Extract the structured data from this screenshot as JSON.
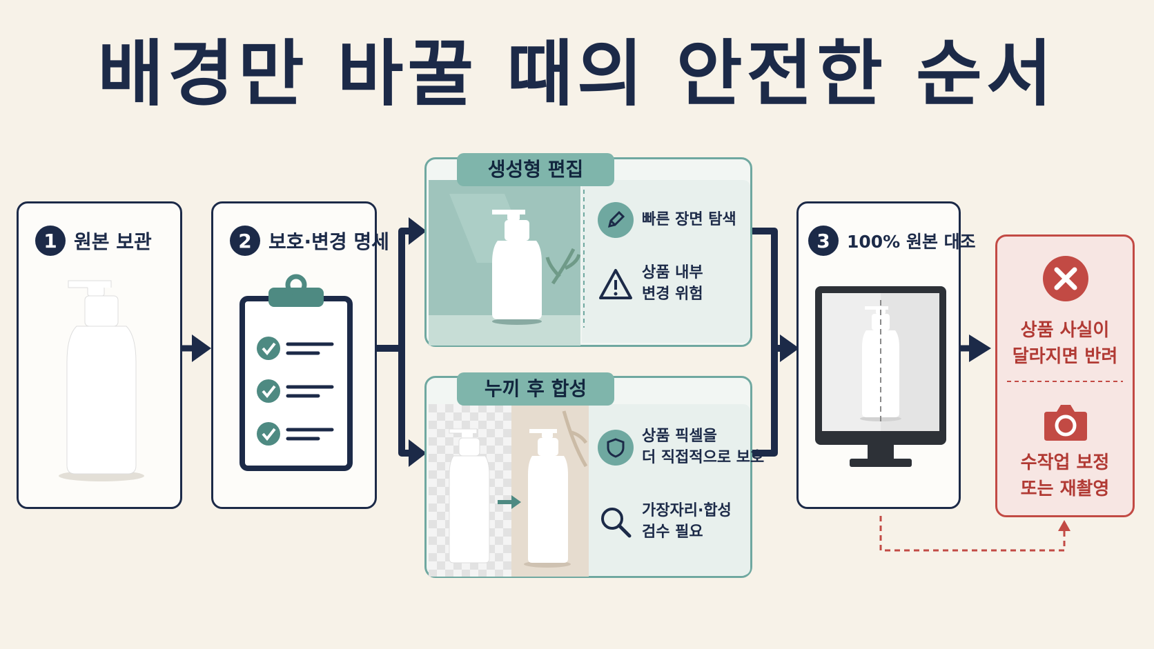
{
  "title": "배경만 바꿀 때의 안전한 순서",
  "steps": [
    {
      "num": "1",
      "label": "원본 보관"
    },
    {
      "num": "2",
      "label": "보호·변경 명세"
    },
    {
      "num": "3",
      "label": "100% 원본 대조"
    }
  ],
  "generative": {
    "tab": "생성형 편집",
    "items": [
      "빠른 장면 탐색",
      "상품 내부\n변경 위험"
    ]
  },
  "cutout": {
    "tab": "누끼 후 합성",
    "items": [
      "상품 픽셀을\n더 직접적으로 보호",
      "가장자리·합성\n검수 필요"
    ]
  },
  "reject": {
    "text1": "상품 사실이\n달라지면 반려",
    "text2": "수작업 보정\n또는 재촬영"
  },
  "colors": {
    "navy": "#1c2a48",
    "teal": "#6fa8a0",
    "red": "#c24a44",
    "background": "#f7f2e8"
  }
}
